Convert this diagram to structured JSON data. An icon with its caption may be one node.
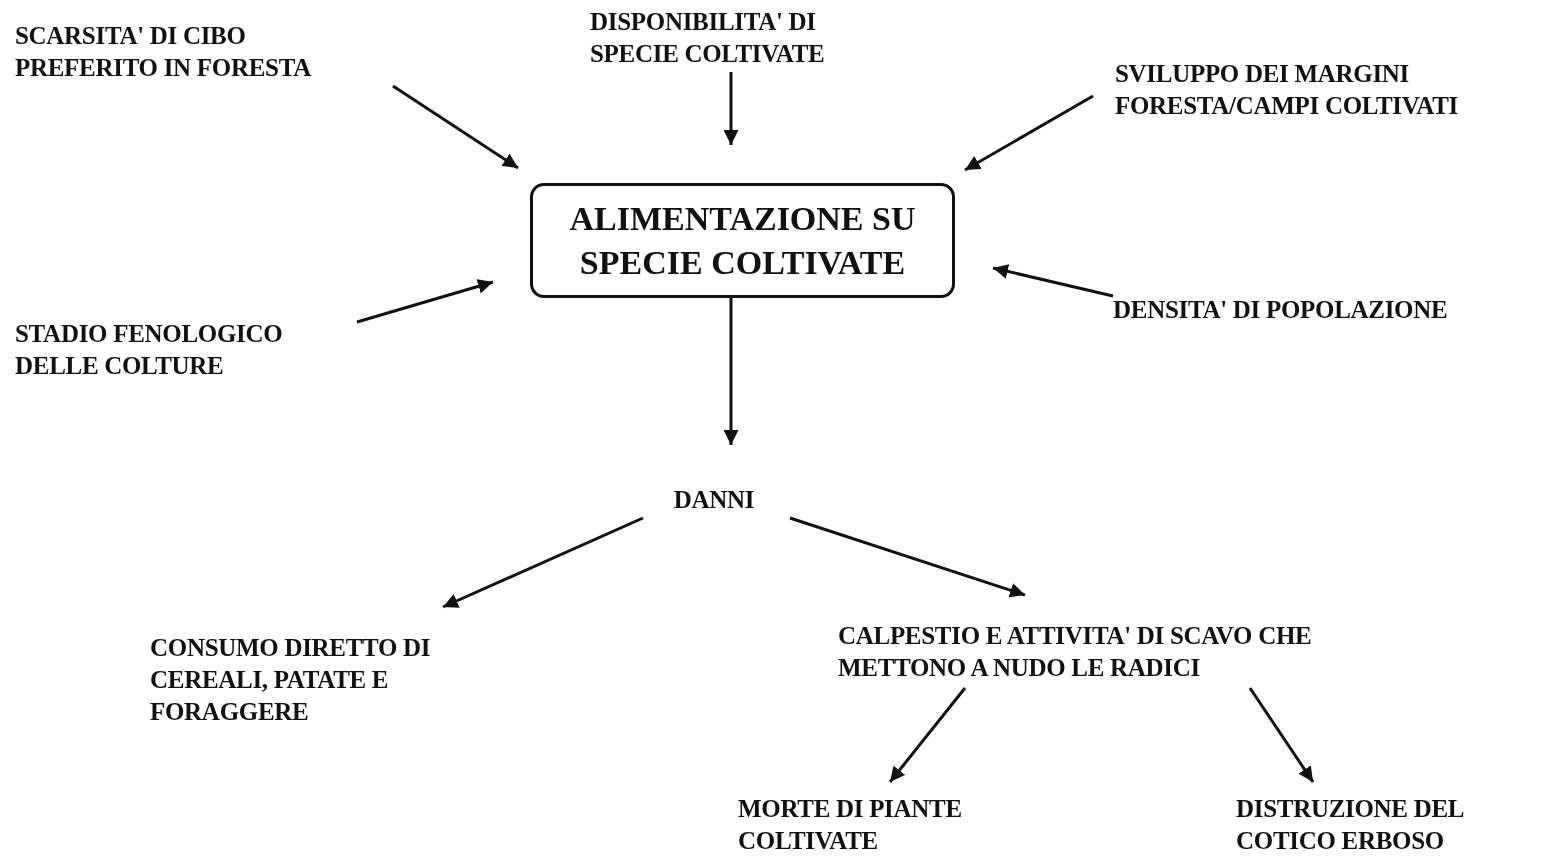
{
  "diagram": {
    "nodes": [
      {
        "text": [
          "SCARSITA' DI CIBO PREFERITO IN FORESTA"
        ]
      },
      {
        "text": [
          "DISPONIBILITA' DI SPECIE COLTIVATE"
        ]
      },
      {
        "text": [
          "SVILUPPO DEI MARGINI FORESTA/CAMPI COLTIVATI"
        ]
      },
      {
        "text": [
          "ALIMENTAZIONE SU SPECIE COLTIVATE"
        ]
      },
      {
        "text": [
          "STADIO FENOLOGICO DELLE COLTURE"
        ]
      },
      {
        "text": [
          "DENSITA' DI POPOLAZIONE"
        ]
      },
      {
        "text": [
          "DANNI"
        ]
      },
      {
        "text": [
          "CONSUMO DIRETTO DI CEREALI, PATATE E FORAGGERE"
        ]
      },
      {
        "text": [
          "CALPESTIO E ATTIVITA' DI SCAVO CHE METTONO A NUDO LE RADICI"
        ]
      },
      {
        "text": [
          "MORTE DI PIANTE COLTIVATE"
        ]
      },
      {
        "text": [
          "DISTRUZIONE DEL COTICO ERBOSO"
        ]
      }
    ],
    "edges": [
      {
        "from": 0,
        "to": 3,
        "arrow": "to"
      },
      {
        "from": 1,
        "to": 3,
        "arrow": "to"
      },
      {
        "from": 2,
        "to": 3,
        "arrow": "to"
      },
      {
        "from": 4,
        "to": 3,
        "arrow": "to"
      },
      {
        "from": 5,
        "to": 3,
        "arrow": "to"
      },
      {
        "from": 3,
        "to": 6,
        "arrow": "to"
      },
      {
        "from": 6,
        "to": 7,
        "arrow": "to"
      },
      {
        "from": 6,
        "to": 8,
        "arrow": "to"
      },
      {
        "from": 8,
        "to": 9,
        "arrow": "to"
      },
      {
        "from": 8,
        "to": 10,
        "arrow": "to"
      }
    ]
  }
}
